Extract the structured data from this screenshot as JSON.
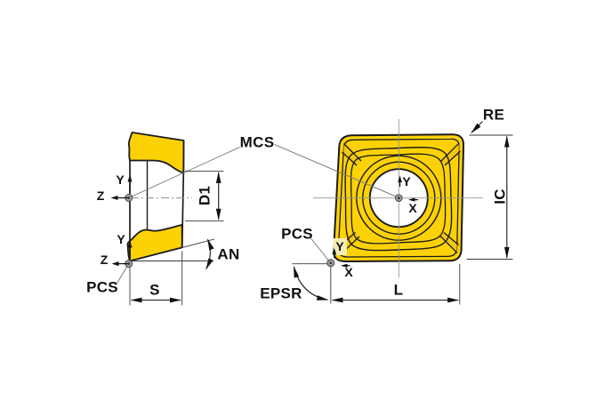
{
  "figure": {
    "kind": "technical dimension diagram of an indexable milling insert",
    "labels": {
      "mcs": "MCS",
      "pcs": "PCS",
      "re": "RE",
      "epsr": "EPSR",
      "s": "S",
      "d1": "D1",
      "an": "AN",
      "l": "L",
      "ic": "IC",
      "x": "X",
      "y": "Y",
      "z": "Z"
    },
    "colors": {
      "insert_yellow": "#FCD207",
      "corner_facet": "#EDC019",
      "line": "#1b1b1b",
      "centerline": "#979797",
      "leader": "#808080",
      "origin_marker": "#9aa1a8"
    }
  }
}
